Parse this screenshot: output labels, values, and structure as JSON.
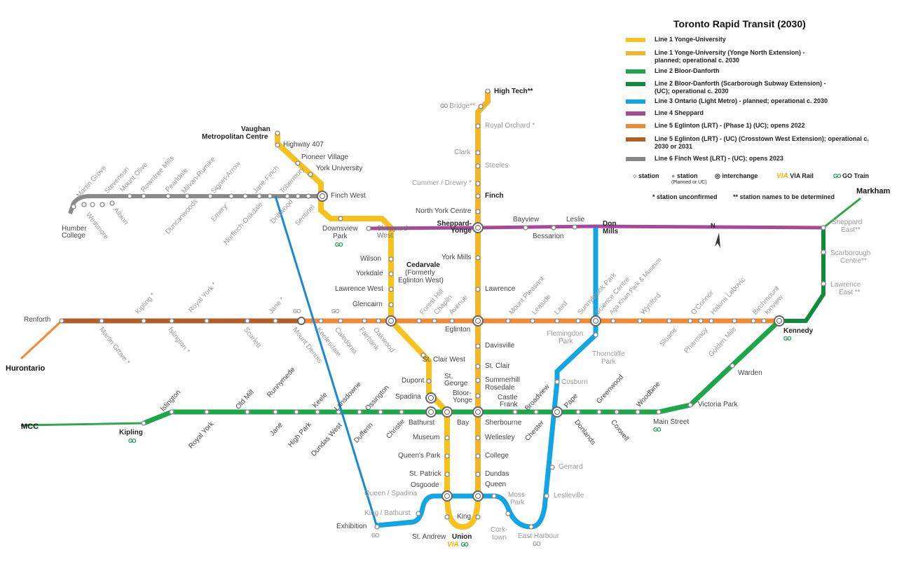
{
  "legend": {
    "title": "Toronto Rapid Transit (2030)",
    "items": [
      {
        "label": "Line 1 Yonge-University",
        "color": "#f7c21b"
      },
      {
        "label": "Line 1 Yonge-University (Yonge North Extension) - planned; operational c. 2030",
        "color": "#f1b62a"
      },
      {
        "label": "Line 2 Bloor-Danforth",
        "color": "#1ca84a"
      },
      {
        "label": "Line 2 Bloor-Danforth (Scarborough Subway Extension) - (UC); operational  c. 2030",
        "color": "#0f8b3a"
      },
      {
        "label": "Line 3 Ontario (Light Metro) - planned; operational c. 2030",
        "color": "#12a5e3"
      },
      {
        "label": "Line 4 Sheppard",
        "color": "#a54a9b"
      },
      {
        "label": "Line 5 Eglinton (LRT) - (Phase 1) (UC); opens 2022",
        "color": "#f08a34"
      },
      {
        "label": "Line 5 Eglinton (LRT) - (UC) (Crosstown West Extension); operational c. 2030 or 2031",
        "color": "#b15f25"
      },
      {
        "label": "Line 6 Finch West (LRT) - (UC); opens 2023",
        "color": "#888888"
      }
    ],
    "symbols": {
      "station": "station",
      "station_planned": "station",
      "station_planned_sub": "(Planned or UC)",
      "interchange": "interchange",
      "via": "VIA Rail",
      "go": "GO Train"
    },
    "note1": "* station unconfirmed",
    "note2": "** station names to be determined"
  },
  "endpoints": {
    "markham": "Markham",
    "hurontario": "Hurontario",
    "mcc": "MCC"
  },
  "stations_line1": [
    "High Tech**",
    "Bridge**",
    "Royal Orchard *",
    "Clark",
    "Steeles",
    "Cummer / Drewry *",
    "Finch",
    "North York Centre",
    "Sheppard-Yonge",
    "York Mills",
    "Lawrence",
    "Eglinton",
    "Davisville",
    "St. Clair",
    "Summerhill",
    "Rosedale",
    "Bloor-Yonge",
    "Wellesley",
    "College",
    "Dundas",
    "Queen",
    "King",
    "Union",
    "St. Andrew",
    "Osgoode",
    "St. Patrick",
    "Queen's Park",
    "Museum",
    "St. George",
    "Spadina",
    "Dupont",
    "St. Clair West",
    "Cedarvale",
    "(Formerly",
    "Eglinton West)",
    "Glencairn",
    "Lawrence West",
    "Yorkdale",
    "Wilson",
    "Sheppard West",
    "Downsview",
    "Park",
    "Finch West",
    "York University",
    "Pioneer Village",
    "Highway 407",
    "Vaughan",
    "Metropolitan Centre"
  ],
  "stations_line2": [
    "Kipling",
    "Islington",
    "Royal York",
    "Old Mill",
    "Jane",
    "Runnymede",
    "High Park",
    "Keele",
    "Dundas West",
    "Lansdowne",
    "Dufferin",
    "Ossington",
    "Christie",
    "Bathurst",
    "Bay",
    "Sherbourne",
    "Castle",
    "Frank",
    "Broadview",
    "Chester",
    "Pape",
    "Donlands",
    "Greenwood",
    "Coxwell",
    "Woodbine",
    "Main Street",
    "Victoria Park",
    "Warden",
    "Kennedy",
    "Lawrence",
    "East **",
    "Scarborough",
    "Centre**",
    "Sheppard",
    "East**"
  ],
  "stations_line3": [
    "Exhibition",
    "King / Bathurst",
    "Queen / Spadina",
    "Moss",
    "Park",
    "Cork-",
    "town",
    "East Harbour",
    "Leslieville",
    "Gerrard",
    "Cosburn",
    "Thorncliffe",
    "Park",
    "Flemingdon",
    "Park"
  ],
  "stations_line4": [
    "Bayview",
    "Bessarion",
    "Leslie",
    "Don",
    "Mills"
  ],
  "stations_line5": [
    "Renforth",
    "Martin Grove *",
    "Kipling *",
    "Islington *",
    "Royal York *",
    "Scarlett",
    "Jane *",
    "Mount Dennis",
    "Keelesdale",
    "Caledonia",
    "Fairbank",
    "Oakwood",
    "Forest Hill",
    "Chaplin",
    "Avenue",
    "Mount Pleasant",
    "Leaside",
    "Laird",
    "Sunnybrook Park",
    "Science Centre",
    "Aga Khan Park & Museum",
    "Wynford",
    "Sloane",
    "O'Connor",
    "Pharmacy",
    "Hakimi Lebovic",
    "Golden Mile",
    "Birchmount",
    "Ionview"
  ],
  "stations_line6": [
    "Humber",
    "College",
    "Westmore",
    "Martin Grove",
    "Albion",
    "Stevenson",
    "Mount Olive",
    "Rowntree Mills",
    "Pearldale",
    "Duncanwoods",
    "Milvan-Rumike",
    "Emery",
    "Signet-Arrow",
    "Norfinch-Oakdale",
    "Jane-Finch",
    "Driftwood",
    "Tobermory",
    "Sentinel"
  ],
  "compass": "N"
}
